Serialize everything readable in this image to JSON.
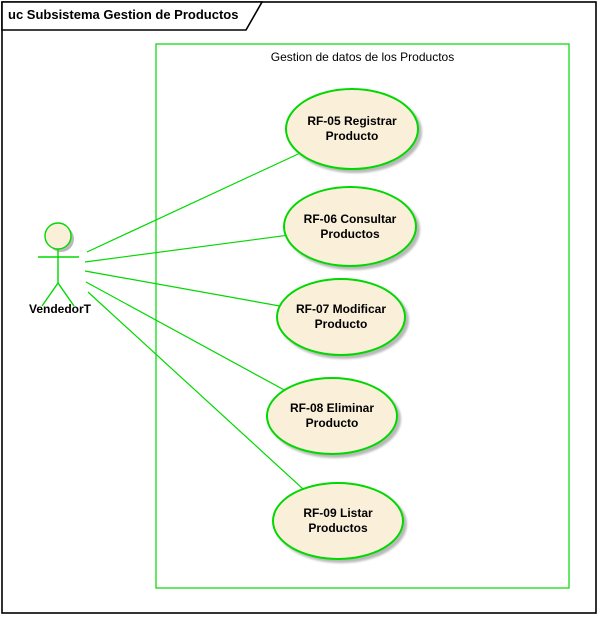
{
  "frame": {
    "title": "uc Subsistema Gestion de Productos"
  },
  "boundary": {
    "title": "Gestion de datos de los Productos"
  },
  "actor": {
    "name": "VendedorT"
  },
  "usecases": [
    {
      "id": "RF-05",
      "line1": "RF-05 Registrar",
      "line2": "Producto"
    },
    {
      "id": "RF-06",
      "line1": "RF-06 Consultar",
      "line2": "Productos"
    },
    {
      "id": "RF-07",
      "line1": "RF-07 Modificar",
      "line2": "Producto"
    },
    {
      "id": "RF-08",
      "line1": "RF-08 Eliminar",
      "line2": "Producto"
    },
    {
      "id": "RF-09",
      "line1": "RF-09 Listar",
      "line2": "Productos"
    }
  ],
  "colors": {
    "stroke-green": "#00d800",
    "usecase-fill": "#faf0da",
    "frame-black": "#000000",
    "shadow-gray": "#b9b9b9",
    "text-black": "#000000"
  }
}
